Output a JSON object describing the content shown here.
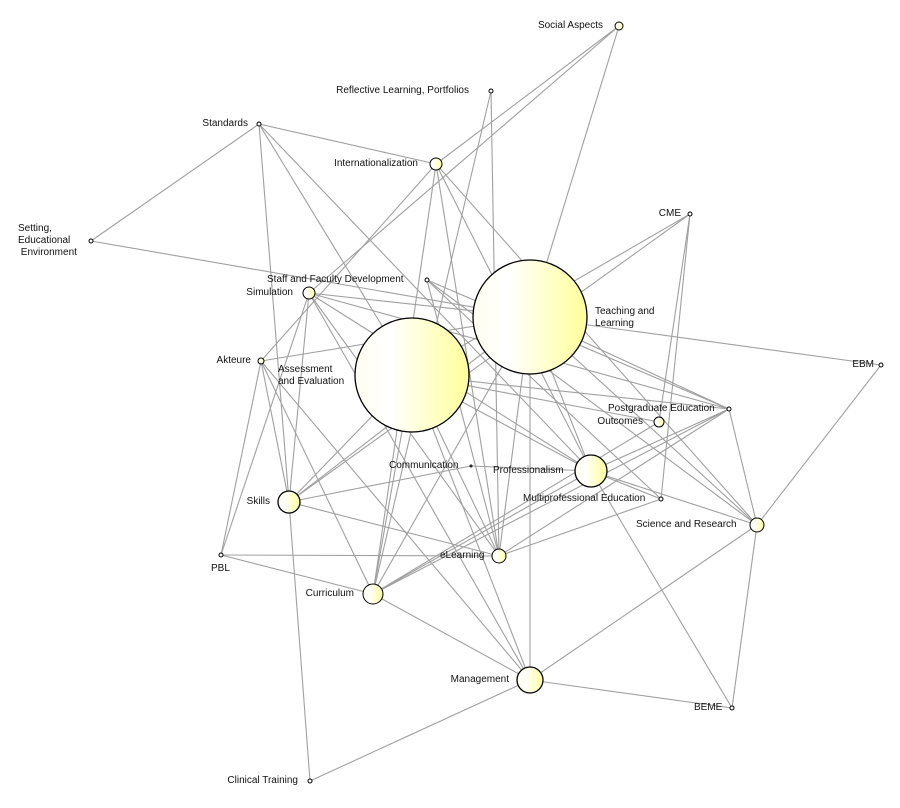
{
  "title": "",
  "colors": {
    "edge": "#a0a0a0",
    "node_stroke": "#000000",
    "node_fill_light": "#ffffff",
    "node_fill_dark": "#ffff99"
  },
  "nodes": [
    {
      "id": "social",
      "label": "Social Aspects"
    },
    {
      "id": "reflective",
      "label": "Reflective Learning, Portfolios"
    },
    {
      "id": "standards",
      "label": "Standards"
    },
    {
      "id": "international",
      "label": "Internationalization"
    },
    {
      "id": "cme",
      "label": "CME"
    },
    {
      "id": "setting",
      "label": "Setting,\nEducational\n Environment"
    },
    {
      "id": "staff",
      "label": "Staff and Faculty Development"
    },
    {
      "id": "simulation",
      "label": "Simulation"
    },
    {
      "id": "teaching",
      "label": "Teaching and\nLearning"
    },
    {
      "id": "akteure",
      "label": "Akteure"
    },
    {
      "id": "ebm",
      "label": "EBM"
    },
    {
      "id": "assessment",
      "label": "Assessment\nand Evaluation"
    },
    {
      "id": "postgrad",
      "label": "Postgraduate Education"
    },
    {
      "id": "outcomes",
      "label": "Outcomes"
    },
    {
      "id": "communication",
      "label": "Communication"
    },
    {
      "id": "professionalism",
      "label": "Professionalism"
    },
    {
      "id": "multiprof",
      "label": "Multiprofessional Education"
    },
    {
      "id": "skills",
      "label": "Skills"
    },
    {
      "id": "science",
      "label": "Science and Research"
    },
    {
      "id": "pbl",
      "label": "PBL"
    },
    {
      "id": "elearning",
      "label": "eLearning"
    },
    {
      "id": "curriculum",
      "label": "Curriculum"
    },
    {
      "id": "management",
      "label": "Management"
    },
    {
      "id": "beme",
      "label": "BEME"
    },
    {
      "id": "clinical",
      "label": "Clinical Training"
    }
  ],
  "edges": [
    [
      "social",
      "international"
    ],
    [
      "social",
      "teaching"
    ],
    [
      "social",
      "simulation"
    ],
    [
      "reflective",
      "elearning"
    ],
    [
      "reflective",
      "curriculum"
    ],
    [
      "standards",
      "setting"
    ],
    [
      "standards",
      "international"
    ],
    [
      "standards",
      "assessment"
    ],
    [
      "standards",
      "skills"
    ],
    [
      "standards",
      "professionalism"
    ],
    [
      "setting",
      "teaching"
    ],
    [
      "international",
      "akteure"
    ],
    [
      "international",
      "curriculum"
    ],
    [
      "international",
      "elearning"
    ],
    [
      "international",
      "professionalism"
    ],
    [
      "international",
      "science"
    ],
    [
      "cme",
      "skills"
    ],
    [
      "cme",
      "outcomes"
    ],
    [
      "cme",
      "multiprof"
    ],
    [
      "cme",
      "assessment"
    ],
    [
      "staff",
      "postgrad"
    ],
    [
      "staff",
      "multiprof"
    ],
    [
      "staff",
      "science"
    ],
    [
      "staff",
      "elearning"
    ],
    [
      "simulation",
      "skills"
    ],
    [
      "simulation",
      "pbl"
    ],
    [
      "simulation",
      "teaching"
    ],
    [
      "simulation",
      "elearning"
    ],
    [
      "simulation",
      "professionalism"
    ],
    [
      "simulation",
      "management"
    ],
    [
      "simulation",
      "postgrad"
    ],
    [
      "teaching",
      "ebm"
    ],
    [
      "teaching",
      "akteure"
    ],
    [
      "teaching",
      "curriculum"
    ],
    [
      "teaching",
      "skills"
    ],
    [
      "teaching",
      "elearning"
    ],
    [
      "teaching",
      "science"
    ],
    [
      "teaching",
      "postgrad"
    ],
    [
      "teaching",
      "management"
    ],
    [
      "teaching",
      "professionalism"
    ],
    [
      "assessment",
      "postgrad"
    ],
    [
      "assessment",
      "outcomes"
    ],
    [
      "assessment",
      "professionalism"
    ],
    [
      "assessment",
      "skills"
    ],
    [
      "assessment",
      "curriculum"
    ],
    [
      "assessment",
      "elearning"
    ],
    [
      "assessment",
      "management"
    ],
    [
      "akteure",
      "skills"
    ],
    [
      "akteure",
      "pbl"
    ],
    [
      "akteure",
      "curriculum"
    ],
    [
      "akteure",
      "management"
    ],
    [
      "ebm",
      "science"
    ],
    [
      "postgrad",
      "professionalism"
    ],
    [
      "postgrad",
      "curriculum"
    ],
    [
      "postgrad",
      "elearning"
    ],
    [
      "postgrad",
      "science"
    ],
    [
      "outcomes",
      "curriculum"
    ],
    [
      "communication",
      "skills"
    ],
    [
      "communication",
      "professionalism"
    ],
    [
      "professionalism",
      "curriculum"
    ],
    [
      "professionalism",
      "beme"
    ],
    [
      "professionalism",
      "multiprof"
    ],
    [
      "professionalism",
      "science"
    ],
    [
      "multiprof",
      "elearning"
    ],
    [
      "skills",
      "elearning"
    ],
    [
      "skills",
      "clinical"
    ],
    [
      "science",
      "management"
    ],
    [
      "science",
      "beme"
    ],
    [
      "pbl",
      "elearning"
    ],
    [
      "pbl",
      "curriculum"
    ],
    [
      "curriculum",
      "management"
    ],
    [
      "management",
      "beme"
    ],
    [
      "management",
      "clinical"
    ]
  ]
}
